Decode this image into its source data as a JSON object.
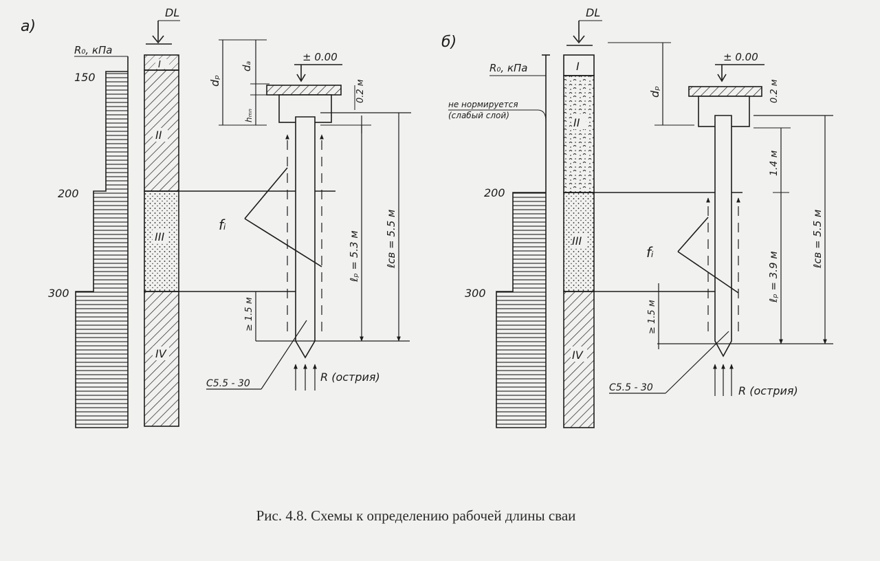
{
  "caption": "Рис. 4.8. Схемы к определению рабочей длины сваи",
  "colors": {
    "ink": "#1c1c1c",
    "paper": "#f1f1ef"
  },
  "diagram_a": {
    "panel_label": "а)",
    "load_label": "DL",
    "r0_label": "R₀, кПа",
    "r0_ticks": [
      "150",
      "200",
      "300"
    ],
    "layers": [
      "I",
      "II",
      "III",
      "IV"
    ],
    "level_label": "± 0.00",
    "dp_label": "dₚ",
    "da_label": "dₐ",
    "hrost_label": "hₘₙ",
    "cap_thickness": "0.2 м",
    "lp_label": "ℓₚ = 5.3 м",
    "lsv_label": "ℓсв = 5.5 м",
    "embed_label": "≥ 1.5 м",
    "fi_label": "fᵢ",
    "pile_mark": "С5.5 - 30",
    "tip_label": "R (острия)"
  },
  "diagram_b": {
    "panel_label": "б)",
    "load_label": "DL",
    "r0_label": "R₀, кПа",
    "r0_ticks": [
      "200",
      "300"
    ],
    "weak_soil_note_1": "не нормируется",
    "weak_soil_note_2": "(слабый слой)",
    "layers": [
      "I",
      "II",
      "III",
      "IV"
    ],
    "level_label": "± 0.00",
    "dp_label": "dₚ",
    "cap_thickness": "0.2 м",
    "upper_len": "1.4 м",
    "lp_label": "ℓₚ = 3.9 м",
    "lsv_label": "ℓсв = 5.5 м",
    "embed_label": "≥ 1.5 м",
    "fi_label": "fᵢ",
    "pile_mark": "С5.5 - 30",
    "tip_label": "R (острия)"
  }
}
